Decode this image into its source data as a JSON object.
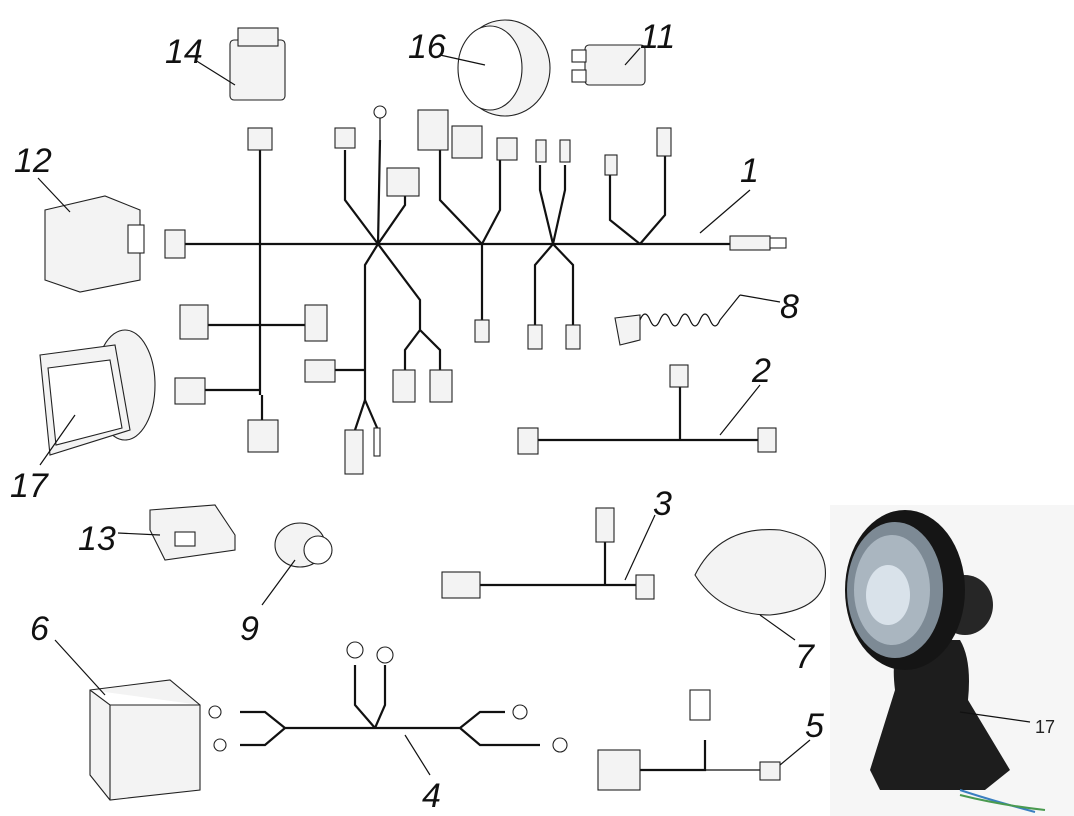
{
  "diagram": {
    "callouts": {
      "main_harness": "1",
      "harness_2": "2",
      "harness_3": "3",
      "battery_harness": "4",
      "harness_5": "5",
      "battery": "6",
      "taillight": "7",
      "kill_switch_lanyard": "8",
      "ignition_switch": "9",
      "ignition_coil": "11",
      "cdi_unit": "12",
      "regulator": "13",
      "starter_relay": "14",
      "meter": "16",
      "headlight": "17",
      "photo_headlight": "17"
    }
  }
}
